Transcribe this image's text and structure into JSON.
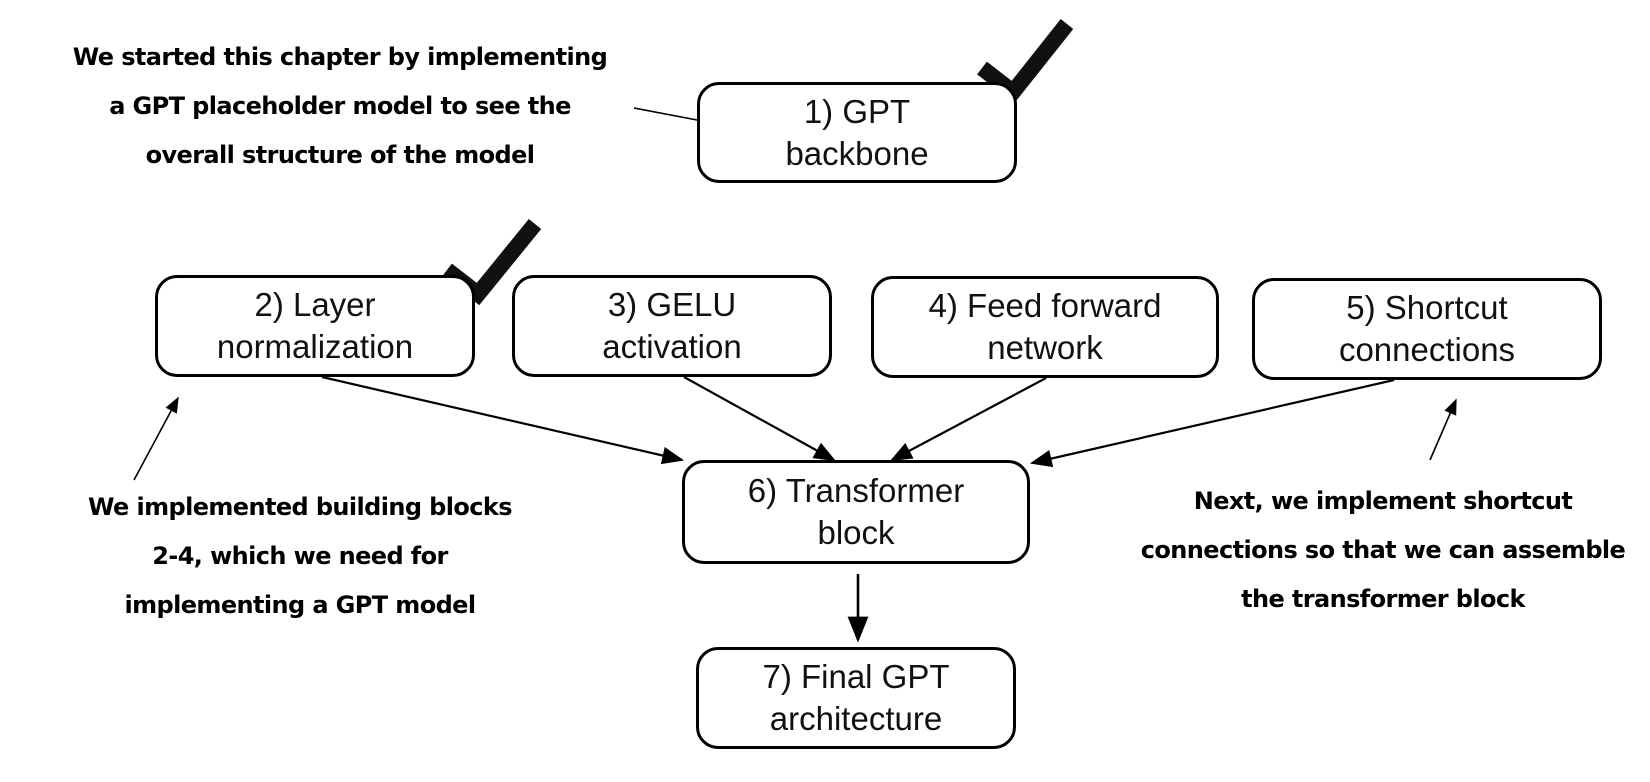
{
  "nodes": {
    "gpt_backbone": {
      "line1": "1) GPT",
      "line2": "backbone"
    },
    "layer_norm": {
      "line1": "2) Layer",
      "line2": "normalization"
    },
    "gelu": {
      "line1": "3) GELU",
      "line2": "activation"
    },
    "feed_forward": {
      "line1": "4) Feed forward",
      "line2": "network"
    },
    "shortcut": {
      "line1": "5) Shortcut",
      "line2": "connections"
    },
    "transformer": {
      "line1": "6) Transformer",
      "line2": "block"
    },
    "final_gpt": {
      "line1": "7) Final GPT",
      "line2": "architecture"
    }
  },
  "notes": {
    "top": {
      "line1": "We started this chapter by implementing",
      "line2": "a GPT placeholder model to see the",
      "line3": "overall structure of the model"
    },
    "left": {
      "line1": "We implemented building blocks",
      "line2": "2-4, which we need for",
      "line3": "implementing a GPT model"
    },
    "right": {
      "line1": "Next, we implement shortcut",
      "line2": "connections so that we can assemble",
      "line3": "the transformer block"
    }
  },
  "completed": [
    "gpt_backbone",
    "layer_norm"
  ]
}
